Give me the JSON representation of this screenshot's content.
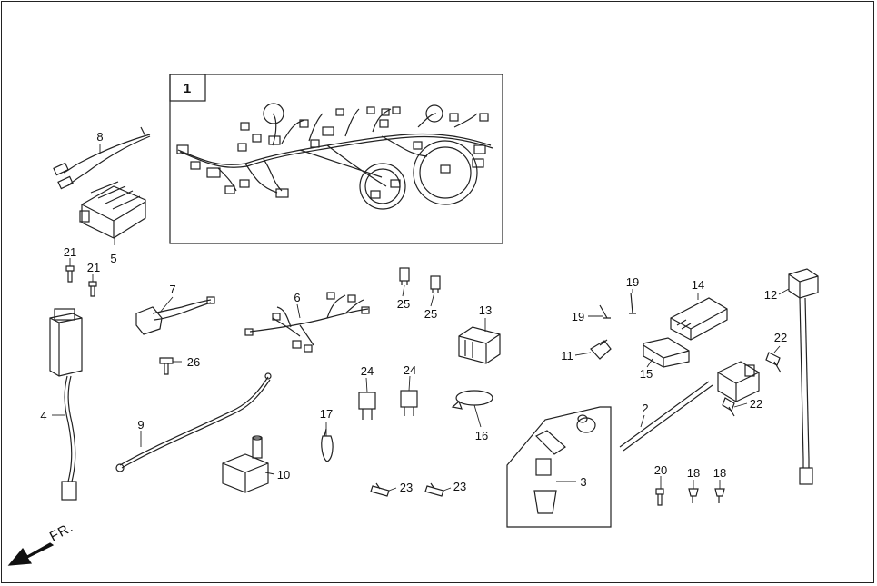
{
  "diagram": {
    "title_box_label": "1",
    "direction_label": "FR.",
    "part_labels": [
      {
        "id": "p8",
        "text": "8"
      },
      {
        "id": "p5",
        "text": "5"
      },
      {
        "id": "p21a",
        "text": "21"
      },
      {
        "id": "p21b",
        "text": "21"
      },
      {
        "id": "p4",
        "text": "4"
      },
      {
        "id": "p7",
        "text": "7"
      },
      {
        "id": "p26",
        "text": "26"
      },
      {
        "id": "p9",
        "text": "9"
      },
      {
        "id": "p6",
        "text": "6"
      },
      {
        "id": "p25a",
        "text": "25"
      },
      {
        "id": "p25b",
        "text": "25"
      },
      {
        "id": "p13",
        "text": "13"
      },
      {
        "id": "p24a",
        "text": "24"
      },
      {
        "id": "p24b",
        "text": "24"
      },
      {
        "id": "p16",
        "text": "16"
      },
      {
        "id": "p17",
        "text": "17"
      },
      {
        "id": "p10",
        "text": "10"
      },
      {
        "id": "p23a",
        "text": "23"
      },
      {
        "id": "p23b",
        "text": "23"
      },
      {
        "id": "p3",
        "text": "3"
      },
      {
        "id": "p19a",
        "text": "19"
      },
      {
        "id": "p19b",
        "text": "19"
      },
      {
        "id": "p14",
        "text": "14"
      },
      {
        "id": "p11",
        "text": "11"
      },
      {
        "id": "p15",
        "text": "15"
      },
      {
        "id": "p2",
        "text": "2"
      },
      {
        "id": "p12",
        "text": "12"
      },
      {
        "id": "p22a",
        "text": "22"
      },
      {
        "id": "p22b",
        "text": "22"
      },
      {
        "id": "p20",
        "text": "20"
      },
      {
        "id": "p18a",
        "text": "18"
      },
      {
        "id": "p18b",
        "text": "18"
      }
    ]
  }
}
